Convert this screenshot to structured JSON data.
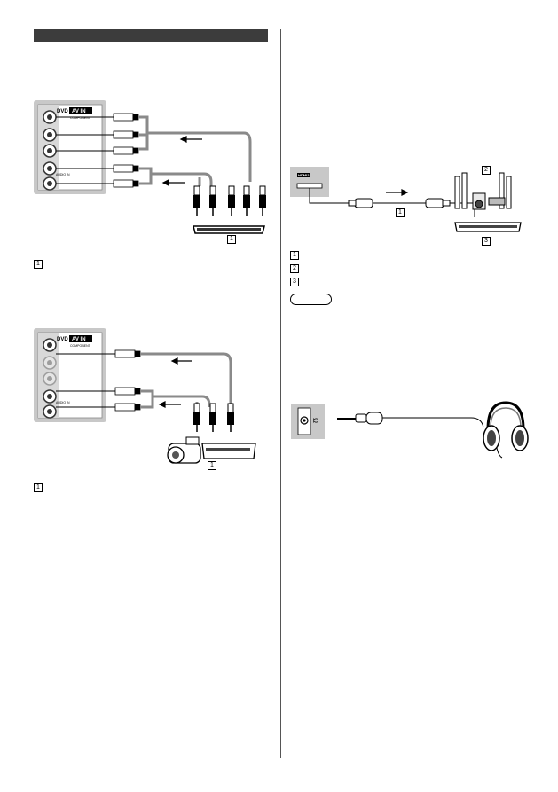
{
  "header": {
    "title": ""
  },
  "panel_labels": {
    "dvd_tag": "DVD",
    "av_in": "AV IN",
    "component": "COMPONENT",
    "audio_in": "AUDIO IN",
    "hdmi": "HDMI2",
    "headphone_symbol": "Ω"
  },
  "callouts": {
    "top_left_box": "1",
    "mid_left_box": "1",
    "right_num_1": "1",
    "right_num_2": "2",
    "right_num_3": "3"
  },
  "legend": {
    "left_top": "1",
    "left_bottom": "1",
    "right_1": "1",
    "right_2": "2",
    "right_3": "3"
  },
  "note": {
    "label": ""
  },
  "colors": {
    "panel_gray": "#c8c8c8",
    "cable_gray": "#8a8a8a",
    "header_dark": "#3c3c3c"
  }
}
